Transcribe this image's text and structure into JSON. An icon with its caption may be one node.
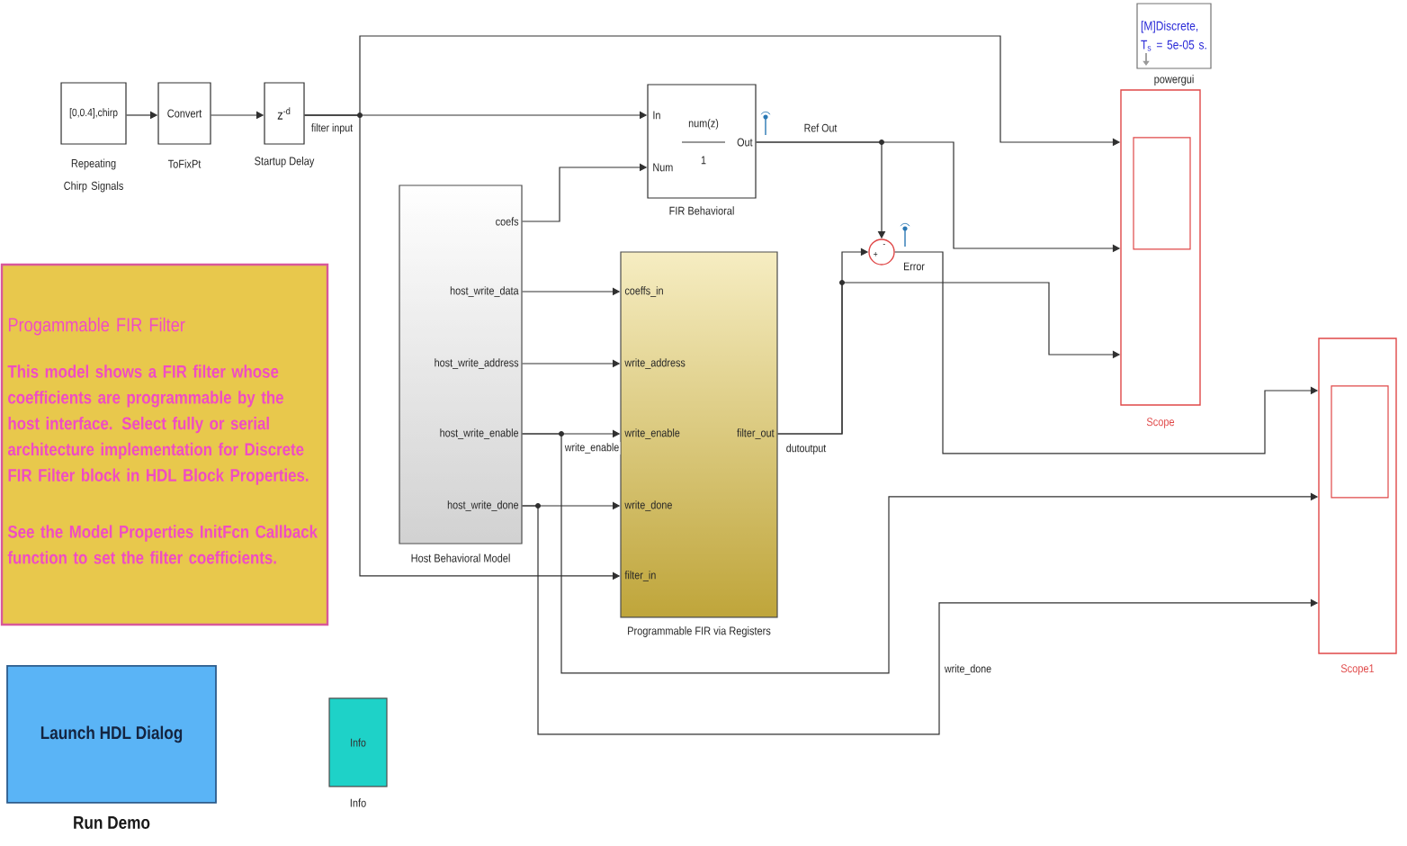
{
  "diagram": {
    "nodes": [
      {
        "text": [
          "[0,0.4],chirp"
        ],
        "beside": [
          "Repeating Chirp Signals"
        ]
      },
      {
        "text": [
          "Convert"
        ],
        "beside": [
          "ToFixPt"
        ]
      },
      {
        "text": [
          "z$^{-d}$"
        ],
        "beside": [
          "Startup Delay"
        ]
      },
      {
        "text": [
          "In",
          "Num",
          "num(z)",
          "1",
          "Out"
        ],
        "beside": [
          "FIR Behavioral"
        ]
      },
      {
        "text": [
          "[M]Discrete, T$_{s}$ = 5e-05 s."
        ],
        "beside": [
          "powergui"
        ]
      },
      {
        "text": [],
        "shape": "box",
        "beside": [
          "Scope"
        ]
      },
      {
        "text": [
          "Progammable FIR Filter",
          "This model shows a FIR filter whose coefficients are programmable by the host interface. Select fully or serial architecture implementation for Discrete FIR Filter block in HDL Block Properties.",
          "See the Model Properties InitFcn Callback function to set the filter coefficients."
        ]
      },
      {
        "text": [
          "coefs",
          "host_write_data",
          "host_write_address",
          "host_write_enable",
          "host_write_done"
        ],
        "beside": [
          "Host Behavioral Model"
        ]
      },
      {
        "text": [
          "+",
          "-"
        ]
      },
      {
        "text": [
          "coeffs_in",
          "write_address",
          "write_enable",
          "write_done",
          "filter_in",
          "filter_out"
        ],
        "beside": [
          "Programmable FIR via Registers"
        ]
      },
      {
        "text": [],
        "shape": "box",
        "beside": [
          "Scope1"
        ]
      },
      {
        "text": [
          "Launch HDL Dialog"
        ],
        "beside": [
          "Run Demo"
        ]
      },
      {
        "text": [
          "Info"
        ],
        "beside": [
          "Info"
        ]
      }
    ],
    "edges": [
      {
        "from": 0,
        "to": 1,
        "arrow": "to"
      },
      {
        "from": 1,
        "to": 2,
        "arrow": "to"
      },
      {
        "from": 2,
        "to": 3,
        "arrow": "to",
        "label": "filter input"
      },
      {
        "from": 2,
        "to": 5,
        "arrow": "to"
      },
      {
        "from": 2,
        "to": 9,
        "arrow": "to"
      },
      {
        "from": 7,
        "to": 3,
        "arrow": "to"
      },
      {
        "from": 7,
        "to": 9,
        "arrow": "to"
      },
      {
        "from": 7,
        "to": 9,
        "arrow": "to"
      },
      {
        "from": 7,
        "to": 9,
        "arrow": "to",
        "label": "write_enable"
      },
      {
        "from": 7,
        "to": 10,
        "arrow": "to"
      },
      {
        "from": 7,
        "to": 9,
        "arrow": "to"
      },
      {
        "from": 7,
        "to": 10,
        "arrow": "to",
        "label": "write_done"
      },
      {
        "from": 3,
        "to": 5,
        "arrow": "to",
        "label": "Ref Out"
      },
      {
        "from": 3,
        "to": 8,
        "arrow": "to"
      },
      {
        "from": 9,
        "to": 8,
        "arrow": "to",
        "label": "dutoutput"
      },
      {
        "from": 9,
        "to": 5,
        "arrow": "to"
      },
      {
        "from": 8,
        "to": 10,
        "arrow": "to",
        "label": "Error"
      }
    ]
  }
}
